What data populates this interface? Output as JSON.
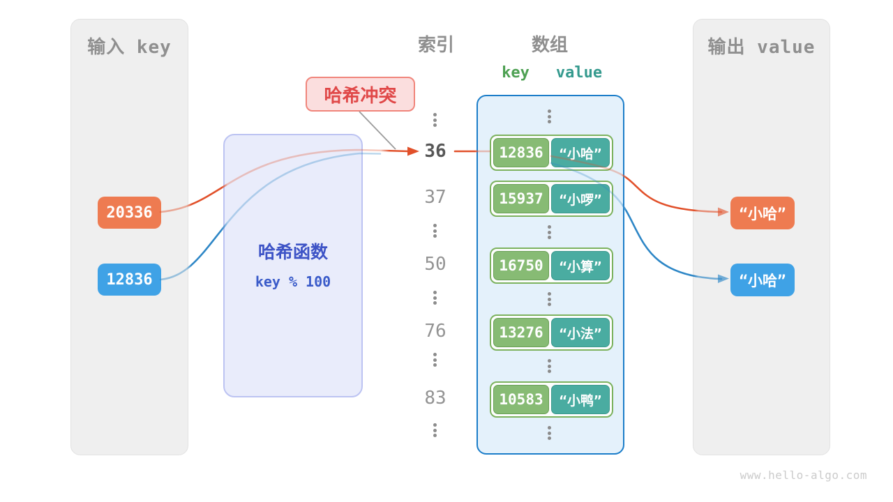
{
  "input_panel": {
    "title": "输入 key",
    "keys": [
      {
        "label": "20336",
        "color": "#ee7b51"
      },
      {
        "label": "12836",
        "color": "#3fa2e6"
      }
    ]
  },
  "hash_box": {
    "title": "哈希函数",
    "formula": "key % 100"
  },
  "collision": {
    "label": "哈希冲突"
  },
  "headers": {
    "index": "索引",
    "array": "数组",
    "key": "key",
    "value": "value"
  },
  "index_column": {
    "labels": [
      {
        "text": "36",
        "emphasis": true
      },
      {
        "text": "37",
        "emphasis": false
      },
      {
        "text": "50",
        "emphasis": false
      },
      {
        "text": "76",
        "emphasis": false
      },
      {
        "text": "83",
        "emphasis": false
      }
    ]
  },
  "array_panel": {
    "rows": [
      {
        "key": "12836",
        "value": "“小哈”"
      },
      {
        "key": "15937",
        "value": "“小啰”"
      },
      {
        "key": "16750",
        "value": "“小算”"
      },
      {
        "key": "13276",
        "value": "“小法”"
      },
      {
        "key": "10583",
        "value": "“小鸭”"
      }
    ]
  },
  "output_panel": {
    "title": "输出 value",
    "values": [
      {
        "label": "“小哈”",
        "color": "#ee7b51"
      },
      {
        "label": "“小哈”",
        "color": "#3fa2e6"
      }
    ]
  },
  "footer": {
    "site": "www.hello-algo.com"
  },
  "palette": {
    "panel_gray": "#efefef",
    "orange_chip": "#ee7b51",
    "blue_chip": "#3fa2e6",
    "arrow_orange": "#e1502a",
    "arrow_blue": "#2d86c6",
    "green_key_cell": "#87bb74",
    "teal_value_cell": "#4aaca1",
    "array_panel_bg": "#e4f1fb",
    "array_panel_border": "#1b7dc9",
    "hash_box_bg": "#e9ecfb",
    "hash_text_blue": "#3d53c6",
    "collision_bg": "#fbdede",
    "collision_red": "#e04848"
  }
}
